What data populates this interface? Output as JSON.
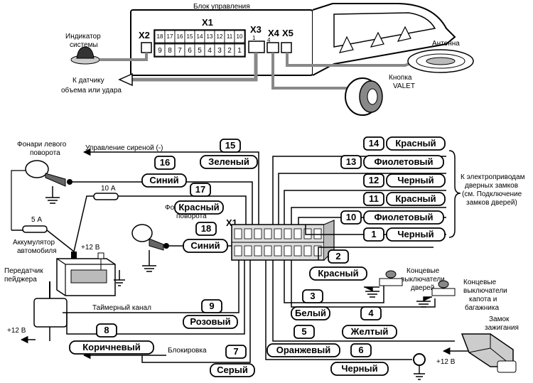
{
  "header": {
    "control_unit": "Блок управления",
    "x1": "X1",
    "x2": "X2",
    "x3": "X3",
    "x4": "X4",
    "x5": "X5",
    "x3_pin": "1",
    "x4_pin": "4",
    "pins_top": [
      "18",
      "17",
      "16",
      "15",
      "14",
      "13",
      "12",
      "11",
      "10"
    ],
    "pins_bottom": [
      "9",
      "8",
      "7",
      "6",
      "5",
      "4",
      "3",
      "2",
      "1"
    ]
  },
  "indicator": {
    "line1": "Индикатор",
    "line2": "системы"
  },
  "sensor": {
    "line1": "К датчику",
    "line2": "объема или удара"
  },
  "antenna": "Антенна",
  "valet": {
    "line1": "Кнопка",
    "line2": "VALET"
  },
  "left_turn": {
    "line1": "Фонари левого",
    "line2": "поворота"
  },
  "right_turn": {
    "line1": "Фонари правого",
    "line2": "поворота"
  },
  "siren_control": "Управление сиреной (-)",
  "fuse_10": "10 А",
  "fuse_5": "5 А",
  "battery": {
    "line1": "Аккумулятор",
    "line2": "автомобиля",
    "plus": "+12 В"
  },
  "pager": {
    "line1": "Передатчик",
    "line2": "пейджера",
    "plus": "+12 В"
  },
  "timer_channel": "Таймерный канал",
  "blocking": "Блокировка",
  "connector_x1": "X1",
  "door_switches": {
    "line1": "Концевые",
    "line2": "выключатели",
    "line3": "дверей"
  },
  "hood_switches": {
    "line1": "Концевые",
    "line2": "выключатели",
    "line3": "капота и",
    "line4": "багажника"
  },
  "ignition": {
    "line1": "Замок",
    "line2": "зажигания",
    "plus": "+12 В"
  },
  "door_locks": {
    "line1": "К электроприводам",
    "line2": "дверных замков",
    "line3": "(см. Подключение",
    "line4": "замков дверей)"
  },
  "wires": [
    {
      "id": "w15",
      "num": "15",
      "color": "Зеленый"
    },
    {
      "id": "w16",
      "num": "16",
      "color": "Синий"
    },
    {
      "id": "w17",
      "num": "17",
      "color": "Красный"
    },
    {
      "id": "w18",
      "num": "18",
      "color": "Синий"
    },
    {
      "id": "w9",
      "num": "9",
      "color": "Розовый"
    },
    {
      "id": "w8",
      "num": "8",
      "color": "Коричневый"
    },
    {
      "id": "w7",
      "num": "7",
      "color": "Серый"
    },
    {
      "id": "w14",
      "num": "14",
      "color": "Красный"
    },
    {
      "id": "w13",
      "num": "13",
      "color": "Фиолетовый"
    },
    {
      "id": "w12",
      "num": "12",
      "color": "Черный"
    },
    {
      "id": "w11",
      "num": "11",
      "color": "Красный"
    },
    {
      "id": "w10",
      "num": "10",
      "color": "Фиолетовый"
    },
    {
      "id": "w1",
      "num": "1",
      "color": "Черный"
    },
    {
      "id": "w2",
      "num": "2",
      "color": "Красный"
    },
    {
      "id": "w3",
      "num": "3",
      "color": "Белый"
    },
    {
      "id": "w4",
      "num": "4",
      "color": "Желтый"
    },
    {
      "id": "w5",
      "num": "5",
      "color": "Оранжевый"
    },
    {
      "id": "w6",
      "num": "6",
      "color": "Черный"
    }
  ]
}
